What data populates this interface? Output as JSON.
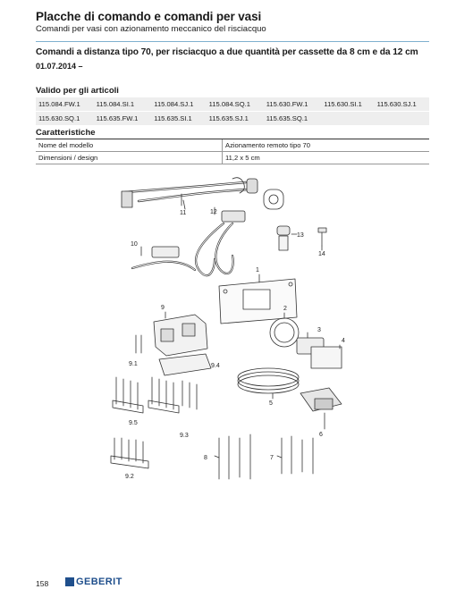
{
  "header": {
    "title": "Placche di comando e comandi per vasi",
    "subtitle": "Comandi per vasi con azionamento meccanico del risciacquo"
  },
  "section": {
    "title": "Comandi a distanza tipo 70, per risciacquo a due quantità per cassette da 8 cm e da 12 cm",
    "date": "01.07.2014 –"
  },
  "valid_for": {
    "heading": "Valido per gli articoli",
    "rows": [
      [
        "115.084.FW.1",
        "115.084.SI.1",
        "115.084.SJ.1",
        "115.084.SQ.1",
        "115.630.FW.1",
        "115.630.SI.1",
        "115.630.SJ.1"
      ],
      [
        "115.630.SQ.1",
        "115.635.FW.1",
        "115.635.SI.1",
        "115.635.SJ.1",
        "115.635.SQ.1",
        "",
        ""
      ]
    ]
  },
  "characteristics": {
    "heading": "Caratteristiche",
    "rows": [
      [
        "Nome del modello",
        "Azionamento remoto tipo 70"
      ],
      [
        "Dimensioni / design",
        "11,2 x 5 cm"
      ]
    ]
  },
  "diagram": {
    "callouts": [
      "11",
      "12",
      "13",
      "14",
      "10",
      "1",
      "2",
      "9",
      "3",
      "4",
      "9.1",
      "9.4",
      "5",
      "6",
      "9.5",
      "9.3",
      "8",
      "7",
      "9.2"
    ]
  },
  "footer": {
    "page_number": "158",
    "brand": "GEBERIT",
    "brand_color": "#1f4f8c"
  }
}
